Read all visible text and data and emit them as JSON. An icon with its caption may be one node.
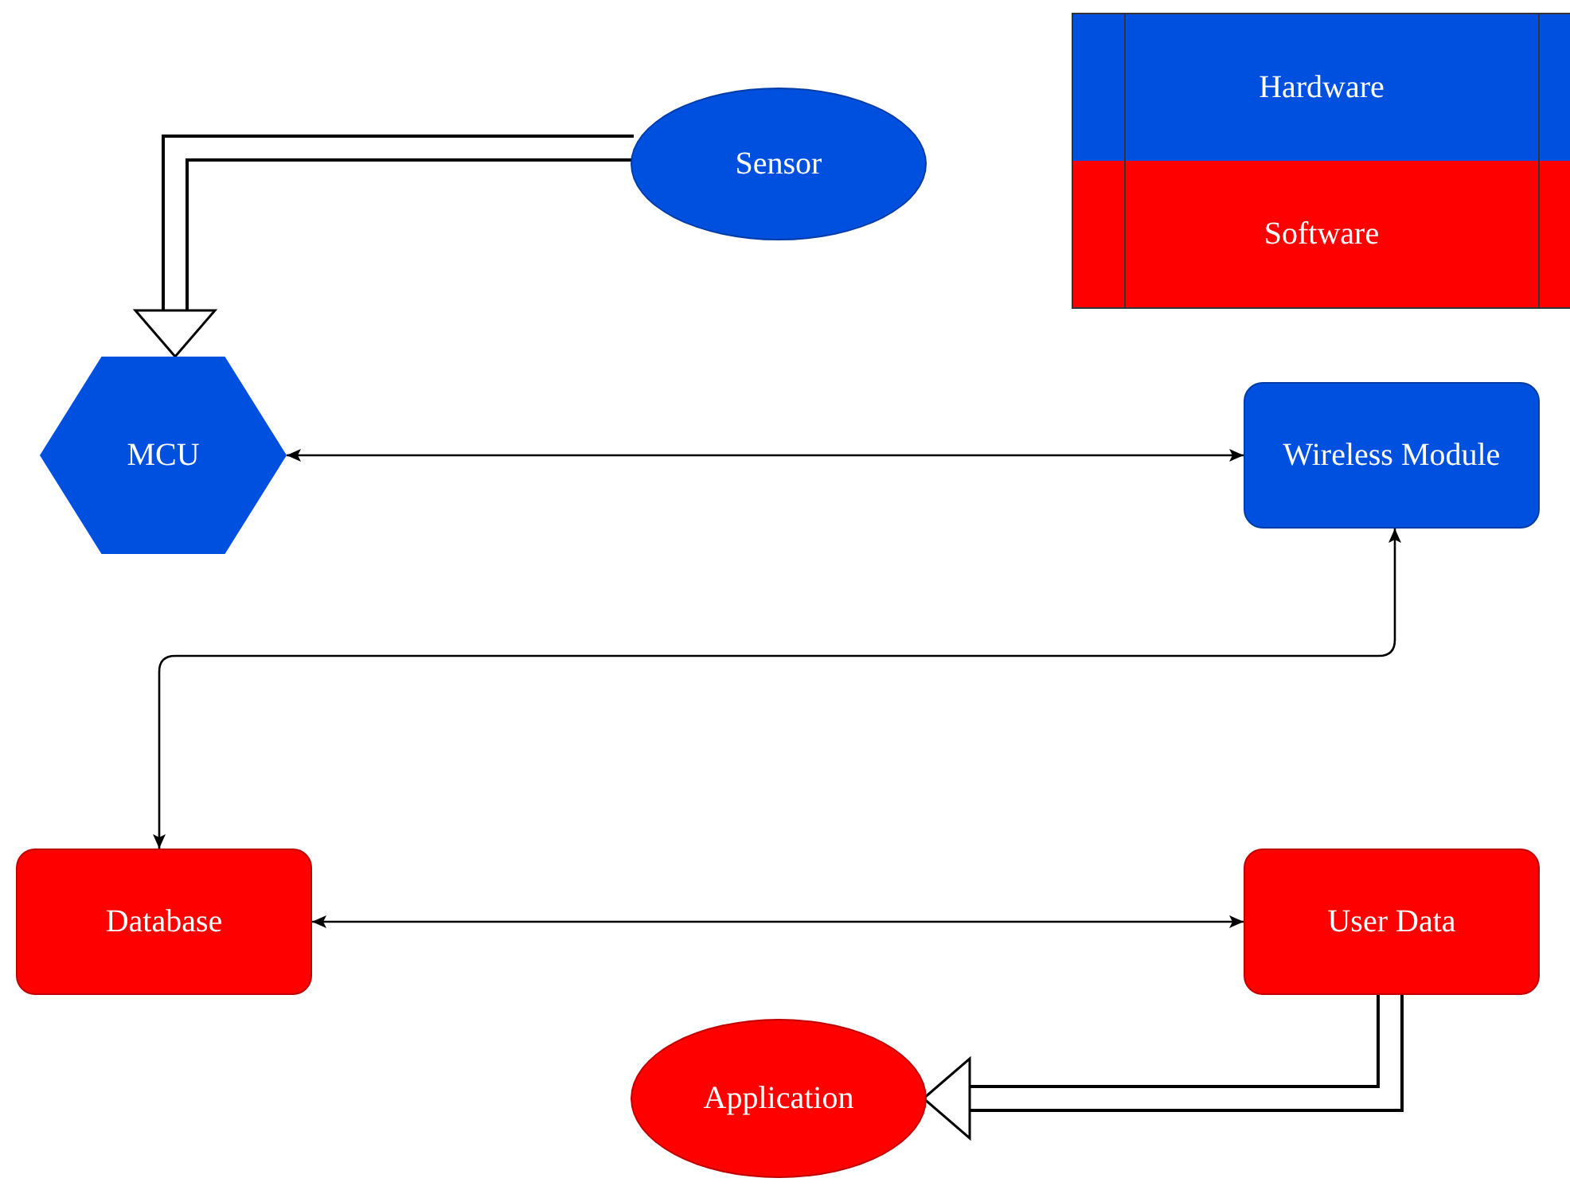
{
  "diagram": {
    "nodes": [
      {
        "text": [
          "Sensor"
        ]
      },
      {
        "text": [
          "MCU"
        ]
      },
      {
        "text": [
          "Wireless Module"
        ]
      },
      {
        "text": [
          "Database"
        ]
      },
      {
        "text": [
          "User Data"
        ]
      },
      {
        "text": [
          "Application"
        ]
      }
    ],
    "edges": [
      {
        "from": 0,
        "to": 1,
        "arrow": "to",
        "style": "thick"
      },
      {
        "from": 1,
        "to": 2,
        "arrow": "both"
      },
      {
        "from": 2,
        "to": 3,
        "arrow": "both"
      },
      {
        "from": 3,
        "to": 4,
        "arrow": "both"
      },
      {
        "from": 4,
        "to": 5,
        "arrow": "to",
        "style": "thick"
      }
    ],
    "legend": [
      {
        "text": "Hardware",
        "color": "#0050e0"
      },
      {
        "text": "Software",
        "color": "#ff0000"
      }
    ]
  }
}
